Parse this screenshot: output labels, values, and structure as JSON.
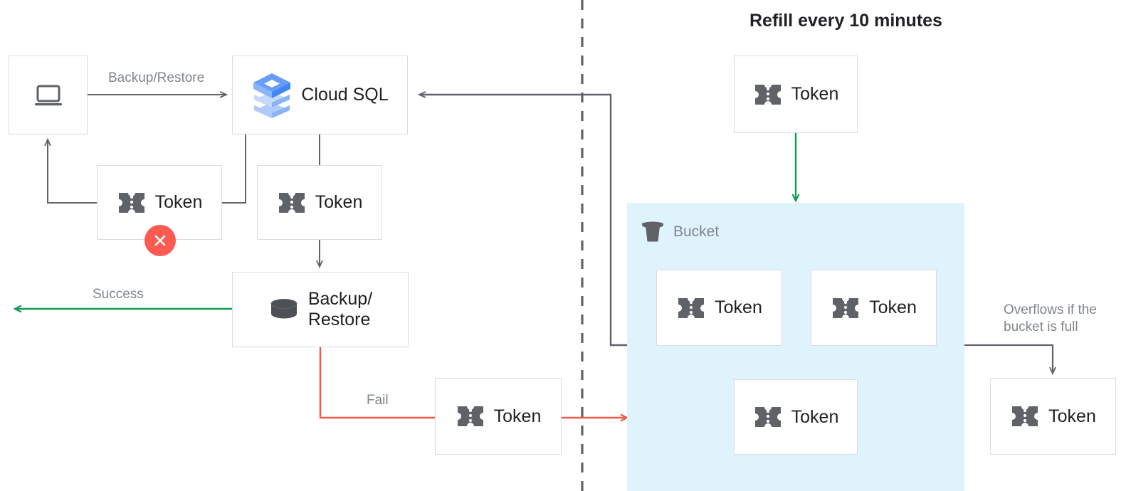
{
  "title": "Refill every 10 minutes",
  "colors": {
    "box_border": "#dadce0",
    "text_dark": "#202124",
    "text_muted": "#80868b",
    "arrow_gray": "#5f6368",
    "arrow_green": "#0f9d58",
    "arrow_red": "#f4564a",
    "bucket_fill": "#dff3fd",
    "error_badge": "#fb5b50",
    "icon_gray": "#5f6368",
    "cloudsql_blue_dark": "#4285f4",
    "cloudsql_blue_mid": "#8ab4f8",
    "cloudsql_blue_light": "#aecbfa"
  },
  "nodes": {
    "client": {
      "icon": "laptop-icon",
      "label": ""
    },
    "cloud_sql": {
      "icon": "cloud-sql-icon",
      "label": "Cloud SQL"
    },
    "token_client": {
      "icon": "token-icon",
      "label": "Token",
      "badge": "error-x-badge"
    },
    "token_cloudsql": {
      "icon": "token-icon",
      "label": "Token"
    },
    "backup_restore": {
      "icon": "database-icon",
      "label": "Backup/\nRestore"
    },
    "token_fail": {
      "icon": "token-icon",
      "label": "Token"
    },
    "token_refill": {
      "icon": "token-icon",
      "label": "Token"
    },
    "token_bucket_1": {
      "icon": "token-icon",
      "label": "Token"
    },
    "token_bucket_2": {
      "icon": "token-icon",
      "label": "Token"
    },
    "token_bucket_3": {
      "icon": "token-icon",
      "label": "Token"
    },
    "token_overflow": {
      "icon": "token-icon",
      "label": "Token"
    }
  },
  "bucket": {
    "icon": "bucket-icon",
    "label": "Bucket"
  },
  "edges": {
    "backup_restore": {
      "label": "Backup/Restore",
      "color": "#5f6368"
    },
    "success": {
      "label": "Success",
      "color": "#0f9d58"
    },
    "fail": {
      "label": "Fail",
      "color": "#f4564a"
    },
    "overflow": {
      "label": "Overflows if the\nbucket is full",
      "color": "#5f6368"
    },
    "consume": {
      "label": "",
      "color": "#5f6368"
    },
    "refill": {
      "label": "",
      "color": "#0f9d58"
    },
    "return_token": {
      "label": "",
      "color": "#5f6368"
    }
  }
}
